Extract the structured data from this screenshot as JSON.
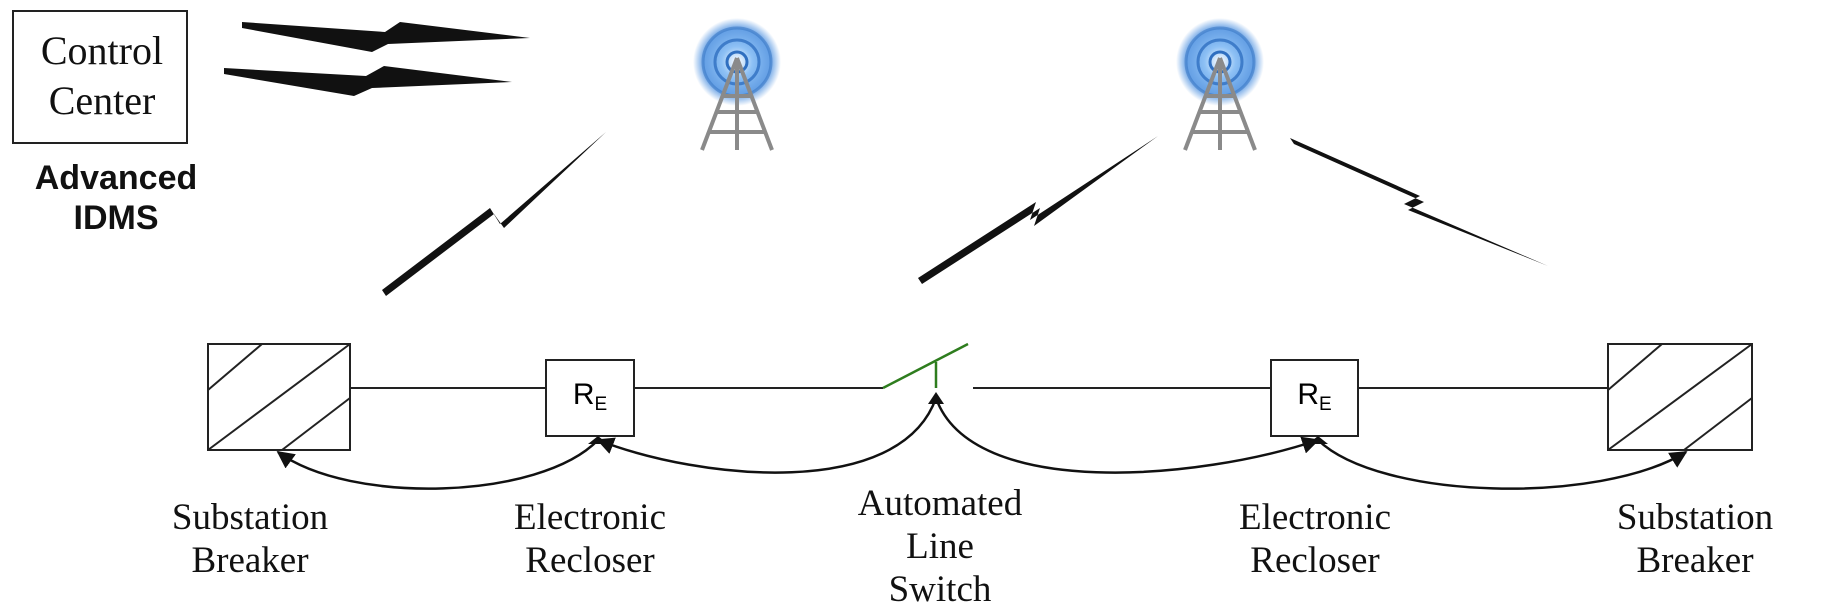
{
  "control_center": {
    "line1": "Control",
    "line2": "Center"
  },
  "idms_label": {
    "line1": "Advanced",
    "line2": "IDMS"
  },
  "recloser_symbol": {
    "main": "R",
    "sub": "E"
  },
  "labels": {
    "left_breaker": {
      "line1": "Substation",
      "line2": "Breaker"
    },
    "left_recloser": {
      "line1": "Electronic",
      "line2": "Recloser"
    },
    "line_switch": {
      "line1": "Automated",
      "line2": "Line",
      "line3": "Switch"
    },
    "right_recloser": {
      "line1": "Electronic",
      "line2": "Recloser"
    },
    "right_breaker": {
      "line1": "Substation",
      "line2": "Breaker"
    }
  },
  "colors": {
    "switch": "#2e7d1e",
    "line": "#222222",
    "tower_glow": "#4a8fe0"
  }
}
